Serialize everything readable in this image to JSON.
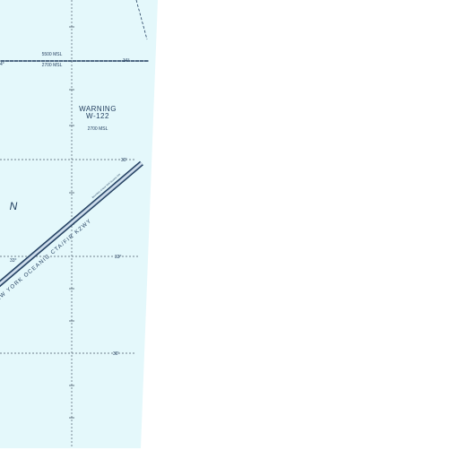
{
  "map": {
    "colors": {
      "water": "#e4f8fb",
      "land": "#ffffff",
      "ink": "#1f3b5c",
      "grid": "#4a5a6a",
      "boundary_band": "#a9bfd6"
    },
    "altitude_labels": {
      "upper": "5500 MSL",
      "lower": "2700 MSL",
      "warning_area": "2700 MSL"
    },
    "warning_area": {
      "line1": "WARNING",
      "line2": "W-122"
    },
    "letter_n": "N",
    "boundary_label": "NEW YORK OCEANIC CTA/FIR KZWY",
    "boundary_small_note": "Boundary of New York Oceanic FIR",
    "tick_labels": {
      "edge_left_top": "4°",
      "right_34": "34°",
      "right_30_a": "30'",
      "left_33": "33°",
      "right_33": "33°",
      "right_30_b": "30'"
    }
  }
}
